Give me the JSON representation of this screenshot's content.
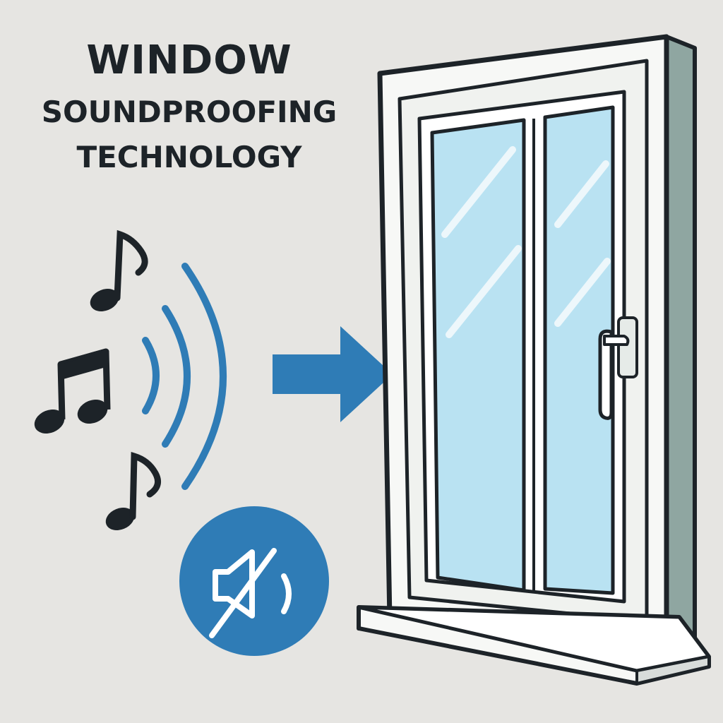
{
  "title": {
    "line1": "WINDOW",
    "line2": "SOUNDPROOFING",
    "line3": "TECHNOLOGY"
  },
  "icons": [
    "music-note-icon",
    "beamed-notes-icon",
    "sound-wave-icon",
    "right-arrow-icon",
    "mute-speaker-icon",
    "window-icon"
  ],
  "colors": {
    "background": "#e6e5e2",
    "accent_blue": "#2f7cb6",
    "ink": "#1d2328",
    "glass": "#b9e2f2",
    "frame": "#f7f8f6",
    "frame_side": "#8fa6a1"
  }
}
